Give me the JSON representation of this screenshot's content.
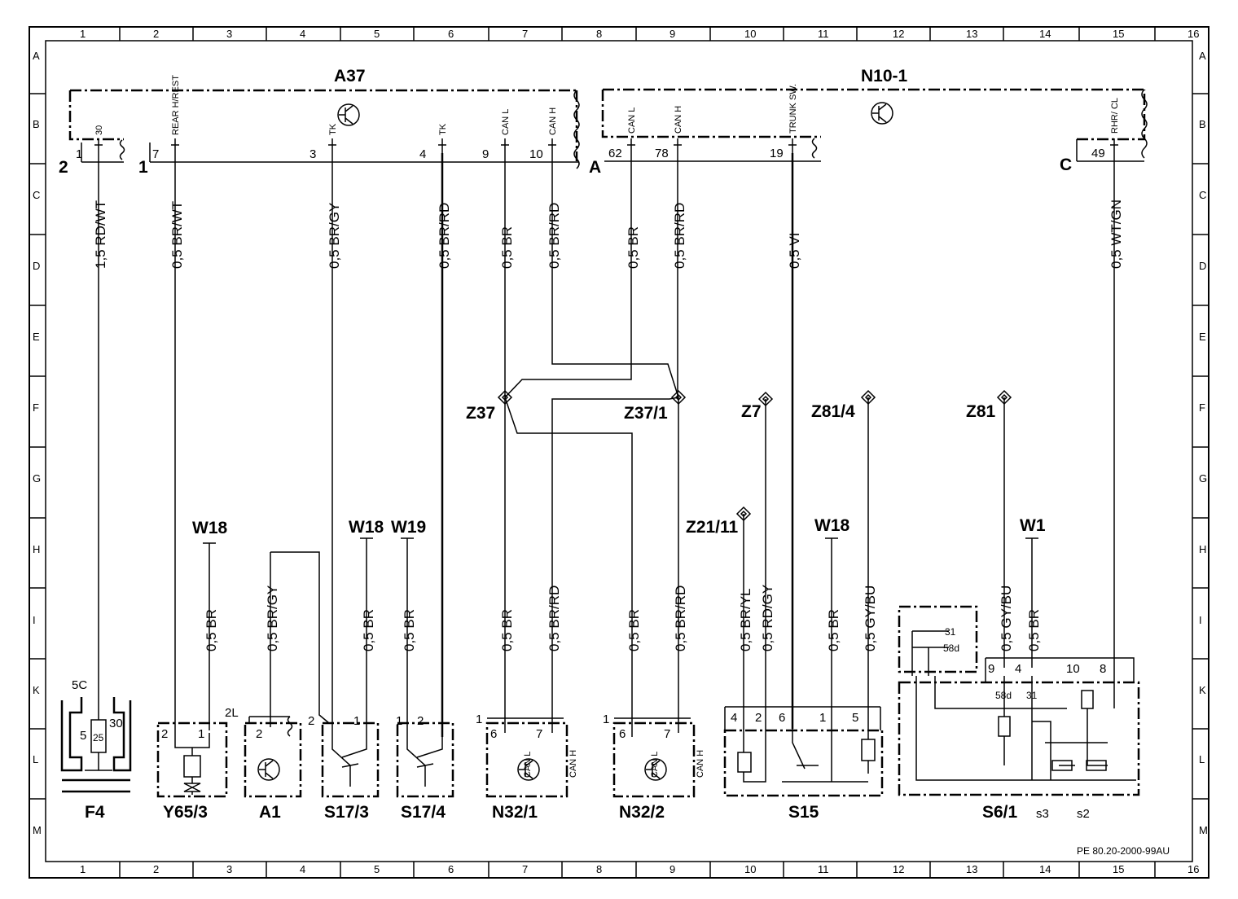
{
  "grid": {
    "columns": [
      "1",
      "2",
      "3",
      "4",
      "5",
      "6",
      "7",
      "8",
      "9",
      "10",
      "11",
      "12",
      "13",
      "14",
      "15",
      "16"
    ],
    "rows": [
      "A",
      "B",
      "C",
      "D",
      "E",
      "F",
      "G",
      "H",
      "I",
      "K",
      "L",
      "M"
    ]
  },
  "doc_code": "PE 80.20-2000-99AU",
  "modules": {
    "a37": {
      "name": "A37",
      "conn1": "1",
      "conn2": "2",
      "pins": [
        "1",
        "7",
        "3",
        "4",
        "9",
        "10"
      ],
      "signals": [
        "30",
        "REAR H/REST",
        "TK",
        "TK",
        "CAN L",
        "CAN H"
      ]
    },
    "n10": {
      "name": "N10-1",
      "connA": "A",
      "connC": "C",
      "pins": [
        "62",
        "78",
        "19",
        "49"
      ],
      "signals": [
        "CAN L",
        "CAN H",
        "TRUNK SW.",
        "RHR/ CL"
      ]
    }
  },
  "wires": {
    "w1": "1,5 RD/WT",
    "w2": "0,5 BR/WT",
    "w3": "0,5 BR/GY",
    "w4": "0,5 BR/RD",
    "w5": "0,5 BR",
    "w6": "0,5 BR/RD",
    "w7": "0,5 BR",
    "w8": "0,5 BR/RD",
    "w9": "0,5 VI",
    "w10": "0,5 WT/GN",
    "l1": "0,5 BR",
    "l2": "0,5 BR/GY",
    "l3": "0,5 BR",
    "l4": "0,5 BR",
    "l5": "0,5 BR",
    "l6": "0,5 BR/RD",
    "l7": "0,5 BR",
    "l8": "0,5 BR/RD",
    "l9": "0,5 BR/YL",
    "l10": "0,5 RD/GY",
    "l11": "0,5 BR",
    "l12": "0,5 GY/BU",
    "l13": "0,5 GY/BU",
    "l14": "0,5 BR"
  },
  "splices": {
    "z37": "Z37",
    "z371": "Z37/1",
    "z7": "Z7",
    "z814": "Z81/4",
    "z81": "Z81",
    "z2111": "Z21/11"
  },
  "grounds": {
    "g1": "W18",
    "g2": "W18",
    "g3": "W19",
    "g4": "W18",
    "g5": "W1"
  },
  "components": {
    "f4": {
      "name": "F4",
      "terminal": "5C",
      "pin_left": "5",
      "fuse": "25",
      "pin_right": "30"
    },
    "y653": {
      "name": "Y65/3",
      "pins": [
        "2",
        "1"
      ]
    },
    "a1": {
      "name": "A1",
      "conn": "2L",
      "pin": "2"
    },
    "s173": {
      "name": "S17/3",
      "conn": "2",
      "pin": "1"
    },
    "s174": {
      "name": "S17/4",
      "pins": [
        "1",
        "2"
      ]
    },
    "n321": {
      "name": "N32/1",
      "conn": "1",
      "pins": [
        "6",
        "7"
      ],
      "signals": [
        "CAN L",
        "CAN H"
      ]
    },
    "n322": {
      "name": "N32/2",
      "conn": "1",
      "pins": [
        "6",
        "7"
      ],
      "signals": [
        "CAN L",
        "CAN H"
      ]
    },
    "s15": {
      "name": "S15",
      "pins": [
        "4",
        "2",
        "6",
        "1",
        "5"
      ]
    },
    "s61": {
      "name": "S6/1",
      "sub": [
        "s3",
        "s2"
      ],
      "pins": [
        "9",
        "4",
        "10",
        "8"
      ],
      "terms": [
        "31",
        "58d",
        "58d",
        "31"
      ]
    }
  }
}
